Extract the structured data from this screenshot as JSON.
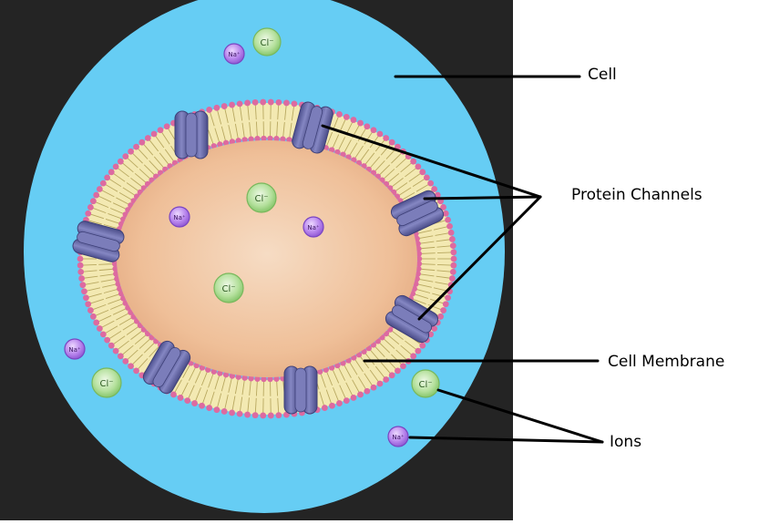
{
  "labels": {
    "cell": "Cell",
    "protein_channels": "Protein Channels",
    "cell_membrane": "Cell Membrane",
    "ions": "Ions"
  },
  "ion_text": {
    "sodium": "Na⁺",
    "chloride": "Cl⁻"
  },
  "colors": {
    "background_panel": "#242424",
    "extracellular": "#66cdf4",
    "cytoplasm": "#f2c7a4",
    "membrane_heads": "#dd6aa0",
    "membrane_tails": "#f3e9b2",
    "protein_channel": "#6d6fa6",
    "sodium_ion": "#b27ae6",
    "chloride_ion": "#9fd58c",
    "leader_line": "#000000"
  }
}
